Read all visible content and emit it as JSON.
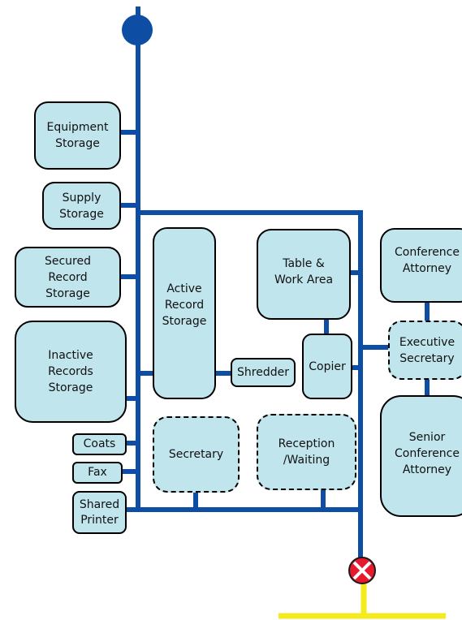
{
  "colors": {
    "line": "#0d4da3",
    "room_fill": "#c0e5ed",
    "room_border": "#000000",
    "entry_line": "#f5ea1c",
    "entry_node": "#e8192c"
  },
  "icons": {
    "start": "start-node-icon",
    "entry": "entry-cross-icon"
  },
  "rooms": {
    "equipment_storage": "Equipment\nStorage",
    "supply_storage": "Supply\nStorage",
    "secured_record_storage": "Secured\nRecord\nStorage",
    "inactive_records_storage": "Inactive\nRecords\nStorage",
    "coats": "Coats",
    "fax": "Fax",
    "shared_printer": "Shared\nPrinter",
    "active_record_storage": "Active\nRecord\nStorage",
    "shredder": "Shredder",
    "table_work_area": "Table &\nWork Area",
    "copier": "Copier",
    "secretary": "Secretary",
    "reception_waiting": "Reception\n/Waiting",
    "conference_attorney": "Conference\nAttorney",
    "executive_secretary": "Executive\nSecretary",
    "senior_conference_attorney": "Senior\nConference\nAttorney"
  }
}
